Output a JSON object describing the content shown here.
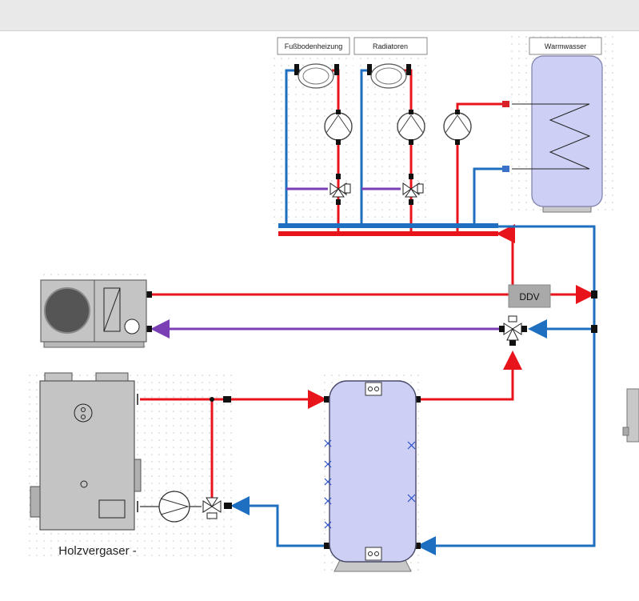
{
  "labels": {
    "fussboden": "Fußbodenheizung",
    "radiatoren": "Radiatoren",
    "warmwasser": "Warmwasser",
    "ddv": "DDV",
    "holz": "Holzvergaser -"
  },
  "colors": {
    "hot": "#e8141c",
    "cold": "#1e6fc0",
    "mix": "#7a3fb5",
    "tank": "#cdd0f4",
    "machine": "#c4c4c4",
    "ddv": "#a9a9a9"
  }
}
